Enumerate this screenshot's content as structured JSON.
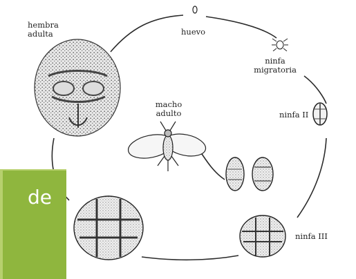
{
  "colors": {
    "background": "#ffffff",
    "ink": "#2a2a2a",
    "badge": "#8fb63e",
    "badge_text": "#ffffff"
  },
  "diagram": {
    "stages": {
      "female_adult": "hembra adulta",
      "egg": "huevo",
      "migratory_nymph": "ninfa migratoria",
      "male_adult": "macho adulto",
      "nymph_ii": "ninfa II",
      "nymph_iii": "ninfa III"
    }
  },
  "badge": {
    "text": "de"
  }
}
